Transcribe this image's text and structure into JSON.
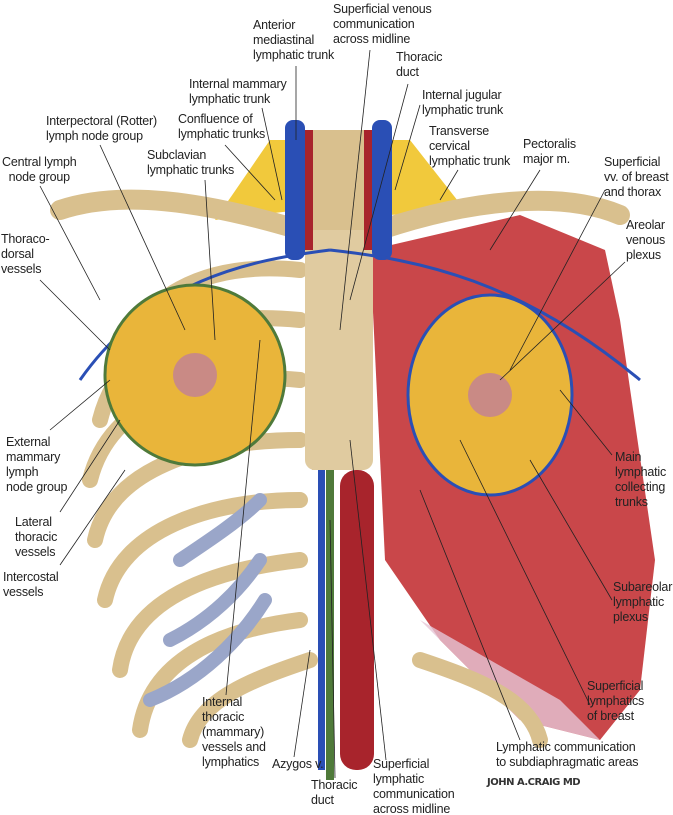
{
  "labels": {
    "anterior_mediastinal": "Anterior\nmediastinal\nlymphatic trunk",
    "superficial_venous_comm": "Superficial venous\ncommunication\nacross midline",
    "thoracic_duct_top": "Thoracic\nduct",
    "internal_mammary_trunk": "Internal mammary\nlymphatic trunk",
    "internal_jugular_trunk": "Internal jugular\nlymphatic trunk",
    "interpectoral": "Interpectoral (Rotter)\nlymph node group",
    "confluence": "Confluence of\nlymphatic trunks",
    "transverse_cervical": "Transverse\ncervical\nlymphatic trunk",
    "pectoralis": "Pectoralis\nmajor m.",
    "subclavian": "Subclavian\nlymphatic trunks",
    "central_lymph": "Central lymph\nnode group",
    "superficial_vv": "Superficial\nvv. of breast\nand thorax",
    "areolar_venous": "Areolar\nvenous\nplexus",
    "thoracodorsal": "Thoraco-\ndorsal\nvessels",
    "external_mammary": "External\nmammary\nlymph\nnode group",
    "main_collecting": "Main\nlymphatic\ncollecting\ntrunks",
    "lateral_thoracic": "Lateral\nthoracic\nvessels",
    "intercostal": "Intercostal\nvessels",
    "subareolar": "Subareolar\nlymphatic\nplexus",
    "superficial_lymphatics_breast": "Superficial\nlymphatics\nof breast",
    "internal_thoracic": "Internal\nthoracic\n(mammary)\nvessels and\nlymphatics",
    "azygos": "Azygos v.",
    "thoracic_duct_bottom": "Thoracic\nduct",
    "superficial_lymph_comm": "Superficial\nlymphatic\ncommunication\nacross midline",
    "subdiaphragmatic": "Lymphatic communication\nto subdiaphragmatic areas"
  },
  "signature": "JOHN A.CRAIG MD",
  "colors": {
    "bone": "#d9c08e",
    "vein": "#2a4fb5",
    "artery": "#a8242c",
    "muscle": "#c9474a",
    "lymph": "#4f7a3a",
    "fat": "#e9b53a",
    "cartilage": "#9aa6c9"
  }
}
